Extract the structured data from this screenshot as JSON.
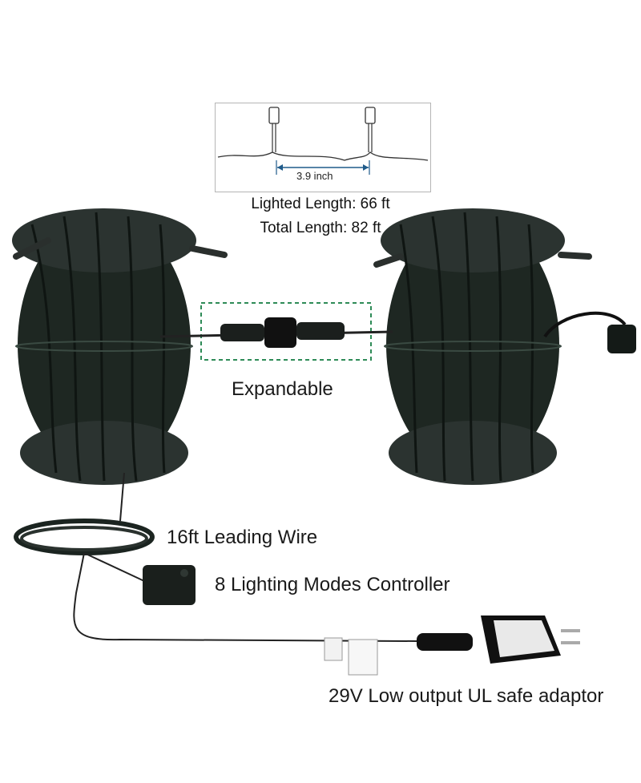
{
  "spacing_diagram": {
    "spacing_label": "3.9 inch"
  },
  "lengths": {
    "lighted": "Lighted Length: 66 ft",
    "total": "Total Length: 82 ft"
  },
  "callouts": {
    "expandable": "Expandable",
    "leading_wire": "16ft Leading Wire",
    "controller": "8 Lighting Modes Controller",
    "adaptor": "29V Low output UL safe adaptor"
  },
  "colors": {
    "wire": "#1b2420",
    "bulb": "#2a2f2d",
    "highlight": "#2e8b57",
    "text": "#1a1a1a"
  }
}
